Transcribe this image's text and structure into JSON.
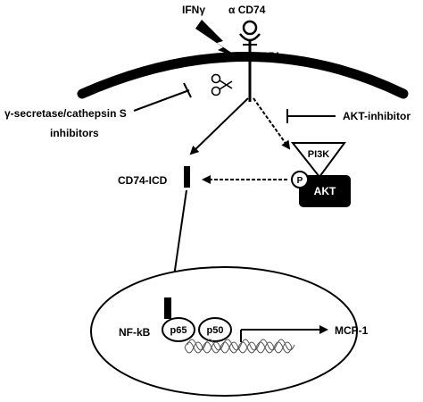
{
  "labels": {
    "ifng": "IFNγ",
    "alpha_cd74": "α CD74",
    "cd74_receptor": "CD74",
    "gamma_secretase_line1": "γ-secretase/cathepsin S",
    "gamma_secretase_line2": "inhibitors",
    "akt_inhibitor": "AKT-inhibitor",
    "pi3k": "PI3K",
    "phospho": "P",
    "akt": "AKT",
    "cd74_icd": "CD74-ICD",
    "nfkb": "NF-kB",
    "p65": "p65",
    "p50": "p50",
    "mcp1": "MCP-1"
  },
  "icons": {
    "scissors": "scissors-icon",
    "lightning": "lightning-bolt-icon"
  },
  "colors": {
    "ink": "#000000",
    "background": "#ffffff"
  }
}
